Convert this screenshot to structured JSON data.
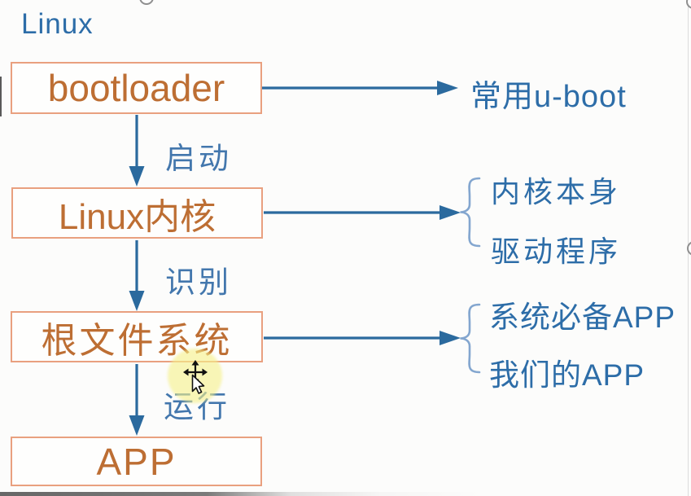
{
  "title": "Linux",
  "flow": {
    "nodes": [
      {
        "id": "bootloader",
        "label": "bootloader"
      },
      {
        "id": "kernel",
        "label": "Linux内核"
      },
      {
        "id": "rootfs",
        "label": "根文件系统"
      },
      {
        "id": "app",
        "label": "APP"
      }
    ],
    "edges": [
      {
        "from": "bootloader",
        "to": "kernel",
        "label": "启动"
      },
      {
        "from": "kernel",
        "to": "rootfs",
        "label": "识别"
      },
      {
        "from": "rootfs",
        "to": "app",
        "label": "运行"
      }
    ],
    "annotations": [
      {
        "node": "bootloader",
        "items": [
          "常用u-boot"
        ]
      },
      {
        "node": "kernel",
        "items": [
          "内核本身",
          "驱动程序"
        ]
      },
      {
        "node": "rootfs",
        "items": [
          "系统必备APP",
          "我们的APP"
        ]
      }
    ]
  },
  "icons": {
    "cursor": "move-pointer-cursor",
    "highlight": "yellow-cursor-highlight-circle",
    "handles": "gray-selection-handle-circles"
  },
  "colors": {
    "line_blue": "#2b6a9e",
    "text_blue": "#2d6da8",
    "label_blue": "#4377ad",
    "brace_blue": "#83a6cf",
    "box_border_orange": "#e9a07f",
    "box_text_orange": "#bd6e33",
    "highlight_yellow": "#f6f18a",
    "background": "#fcfcfb"
  }
}
